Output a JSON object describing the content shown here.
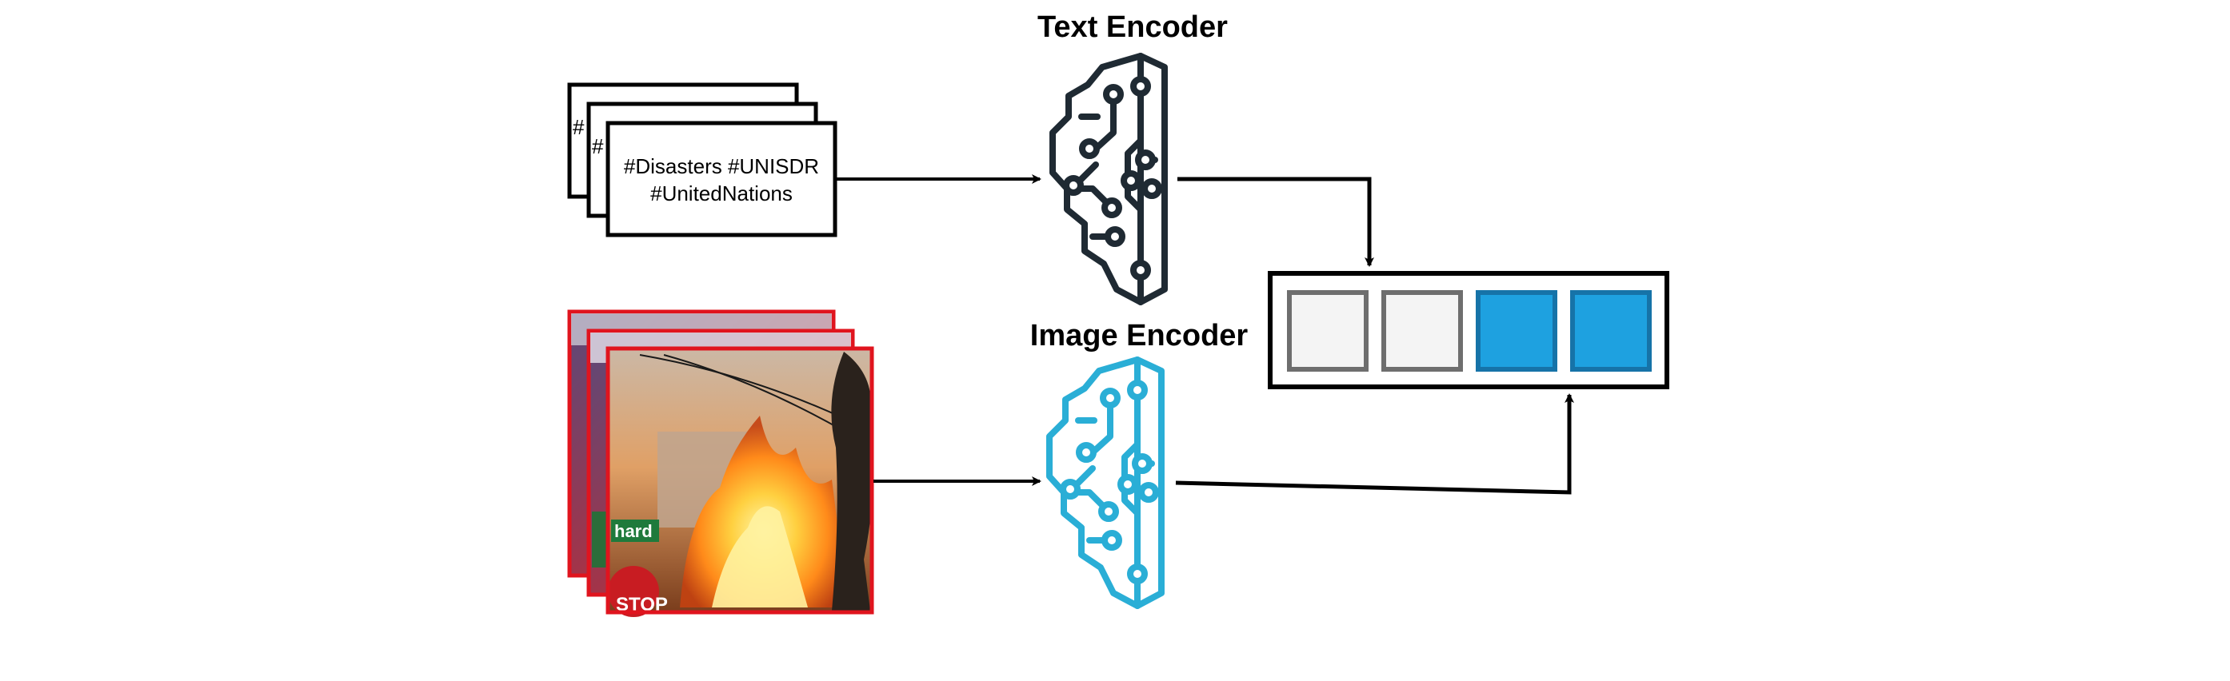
{
  "diagram": {
    "text_encoder": {
      "label": "Text Encoder",
      "icon": "brain-circuit-icon",
      "color": "#1f2a33"
    },
    "image_encoder": {
      "label": "Image Encoder",
      "icon": "brain-circuit-icon",
      "color": "#2aaed6"
    },
    "text_cards": {
      "front_line_1": "#Disasters #UNISDR",
      "front_line_2": "#UnitedNations",
      "back_card_1_glyph": "#",
      "back_card_2_glyph": "#",
      "border_color": "#000000"
    },
    "image_cards": {
      "icon": "building-fire-photo",
      "border_color": "#e0141e",
      "front_sign_1": "hard",
      "front_sign_2": "STOP"
    },
    "embedding": {
      "cells": [
        {
          "fill": "#f4f4f4",
          "stroke": "#6e6e6e"
        },
        {
          "fill": "#f4f4f4",
          "stroke": "#6e6e6e"
        },
        {
          "fill": "#1ea1e0",
          "stroke": "#1673a8"
        },
        {
          "fill": "#1ea1e0",
          "stroke": "#1673a8"
        }
      ]
    }
  }
}
